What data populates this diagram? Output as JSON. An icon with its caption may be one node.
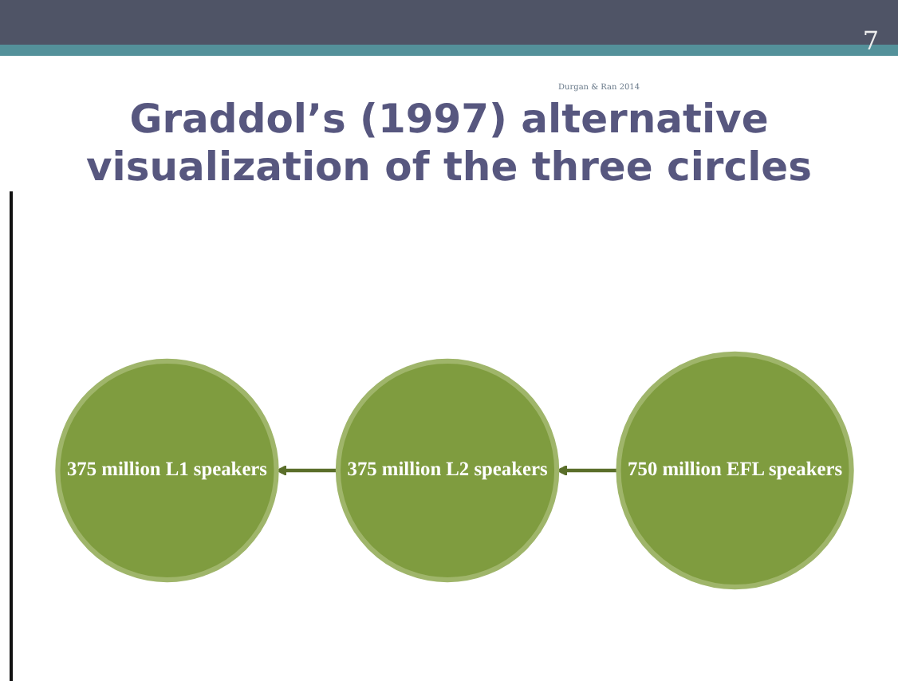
{
  "diagram": {
    "title": "Graddol’s (1997) alternative visualization of the three circles",
    "nodes": [
      {
        "text": [
          "375 million L1 speakers"
        ]
      },
      {
        "text": [
          "375 million L2 speakers"
        ]
      },
      {
        "text": [
          "750 million EFL speakers"
        ]
      }
    ],
    "edges": [
      {
        "from": 1,
        "to": 0,
        "arrow": "to"
      },
      {
        "from": 2,
        "to": 1,
        "arrow": "to"
      }
    ],
    "labels": [
      "7",
      "Durgan & Ran 2014"
    ]
  }
}
